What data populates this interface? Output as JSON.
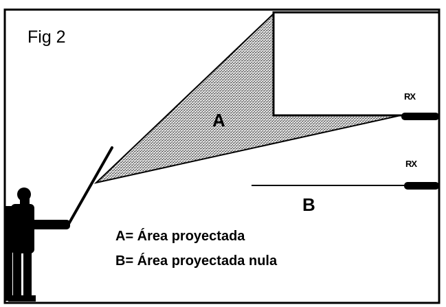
{
  "figure": {
    "label": "Fig 2"
  },
  "region_labels": {
    "a": "A",
    "b": "B"
  },
  "receivers": {
    "top": "RX",
    "bottom": "RX"
  },
  "legend": {
    "a": "A= Área proyectada",
    "b": "B= Área proyectada nula"
  },
  "colors": {
    "ink": "#000000",
    "paper": "#ffffff",
    "hatch": "#8a8a8a"
  }
}
